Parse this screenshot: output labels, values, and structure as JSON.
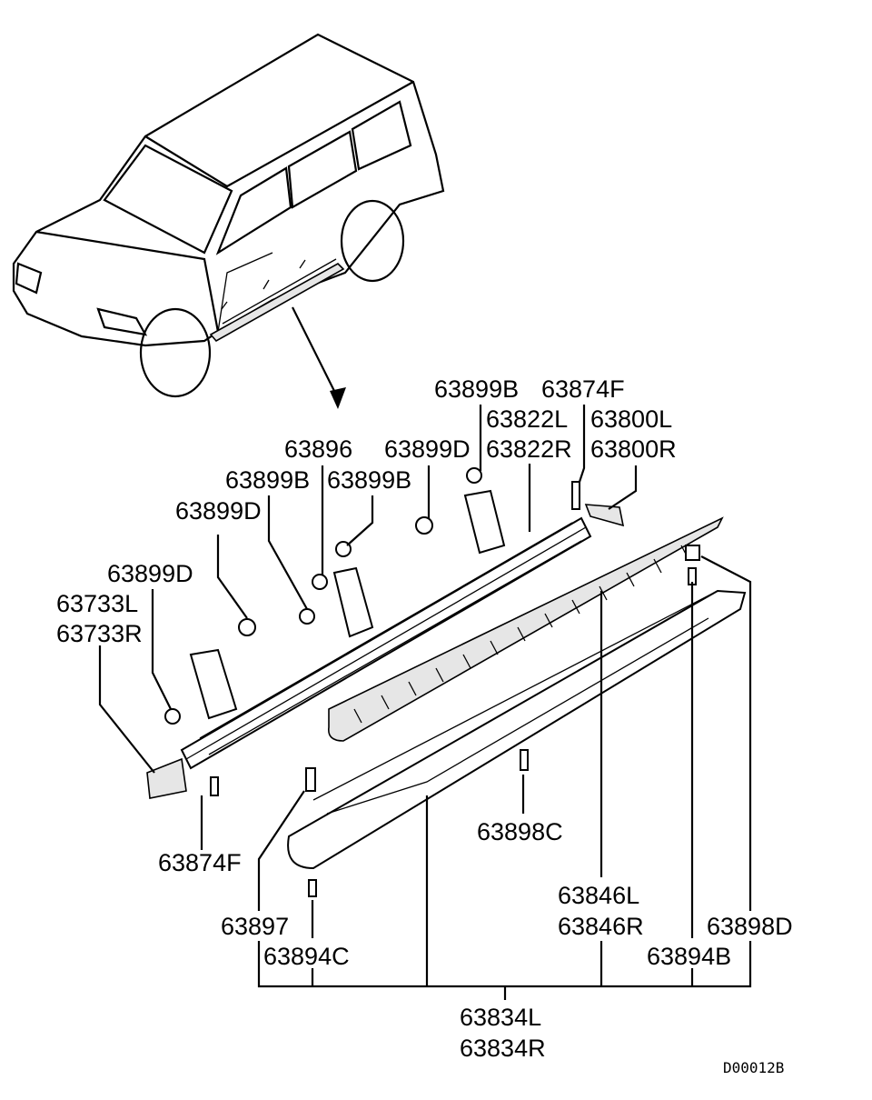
{
  "diagram_code": "D00012B",
  "labels": {
    "l_63899B_top": "63899B",
    "l_63874F_top": "63874F",
    "l_63822L": "63822L",
    "l_63800L": "63800L",
    "l_63896": "63896",
    "l_63899D_mid": "63899D",
    "l_63822R": "63822R",
    "l_63800R": "63800R",
    "l_63899B_a": "63899B",
    "l_63899B_b": "63899B",
    "l_63899D_left": "63899D",
    "l_63899D_low": "63899D",
    "l_63733L": "63733L",
    "l_63733R": "63733R",
    "l_63898C": "63898C",
    "l_63874F_bot": "63874F",
    "l_63846L": "63846L",
    "l_63846R": "63846R",
    "l_63897": "63897",
    "l_63898D": "63898D",
    "l_63894C": "63894C",
    "l_63894B": "63894B",
    "l_63834L": "63834L",
    "l_63834R": "63834R"
  }
}
